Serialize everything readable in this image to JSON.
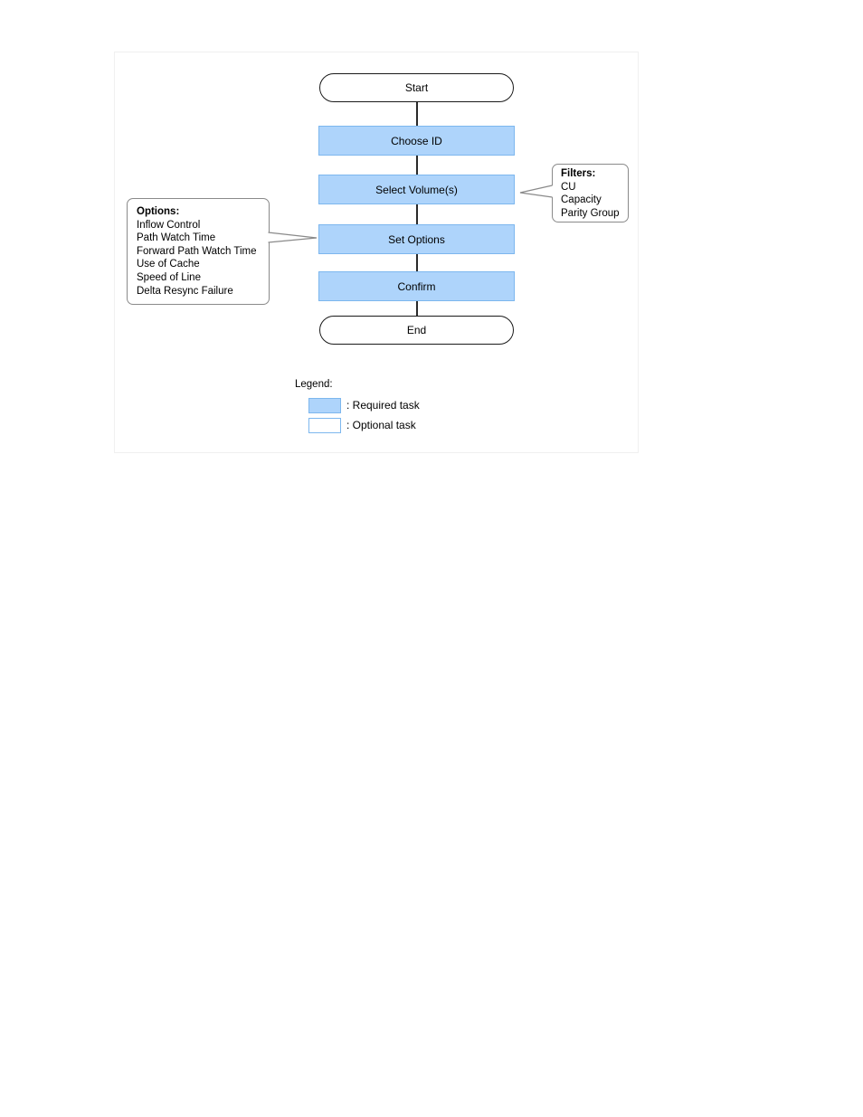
{
  "flow": {
    "start": "Start",
    "steps": [
      "Choose ID",
      "Select Volume(s)",
      "Set Options",
      "Confirm"
    ],
    "end": "End"
  },
  "filters": {
    "title": "Filters:",
    "items": [
      "CU",
      "Capacity",
      "Parity Group"
    ]
  },
  "options": {
    "title": "Options:",
    "items": [
      "Inflow Control",
      "Path Watch Time",
      "Forward Path Watch Time",
      "Use of Cache",
      "Speed of Line",
      "Delta Resync Failure"
    ]
  },
  "legend": {
    "title": "Legend:",
    "required_label": ": Required task",
    "optional_label": ": Optional task"
  },
  "colors": {
    "required_fill": "#aed4fb",
    "required_border": "#7db7ee",
    "optional_fill": "#ffffff",
    "optional_border": "#7db7ee"
  }
}
